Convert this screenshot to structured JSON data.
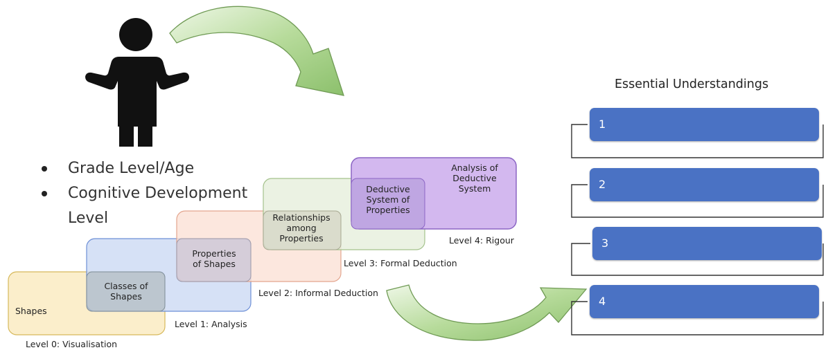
{
  "bullets": {
    "item_1": "Grade Level/Age",
    "item_2_line1": "Cognitive Development",
    "item_2_line2": "Level"
  },
  "levels": {
    "level_0": {
      "box": "Shapes",
      "label": "Level 0: Visualisation"
    },
    "level_1": {
      "box": "Classes of\nShapes",
      "label": "Level 1: Analysis"
    },
    "level_2": {
      "box": "Properties\nof Shapes",
      "label": "Level 2: Informal Deduction"
    },
    "level_3": {
      "box": "Relationships\namong\nProperties",
      "label": "Level 3: Formal Deduction"
    },
    "level_4": {
      "box_overlap": "Deductive\nSystem of\nProperties",
      "box": "Analysis of\nDeductive\nSystem",
      "label": "Level 4: Rigour"
    }
  },
  "essential_understandings": {
    "title": "Essential Understandings",
    "items": [
      "1",
      "2",
      "3",
      "4"
    ]
  },
  "colors": {
    "level_0": "#fbeecb",
    "level_1": "#cfdcf5",
    "level_2": "#fbe1d6",
    "level_3": "#e6efdc",
    "level_4": "#d3b8ef",
    "eu_box": "#4a72c4",
    "arrow": "#a8cf8a"
  },
  "icons": {
    "person": "person-icon",
    "arrows": "curved-arrow-icon"
  }
}
